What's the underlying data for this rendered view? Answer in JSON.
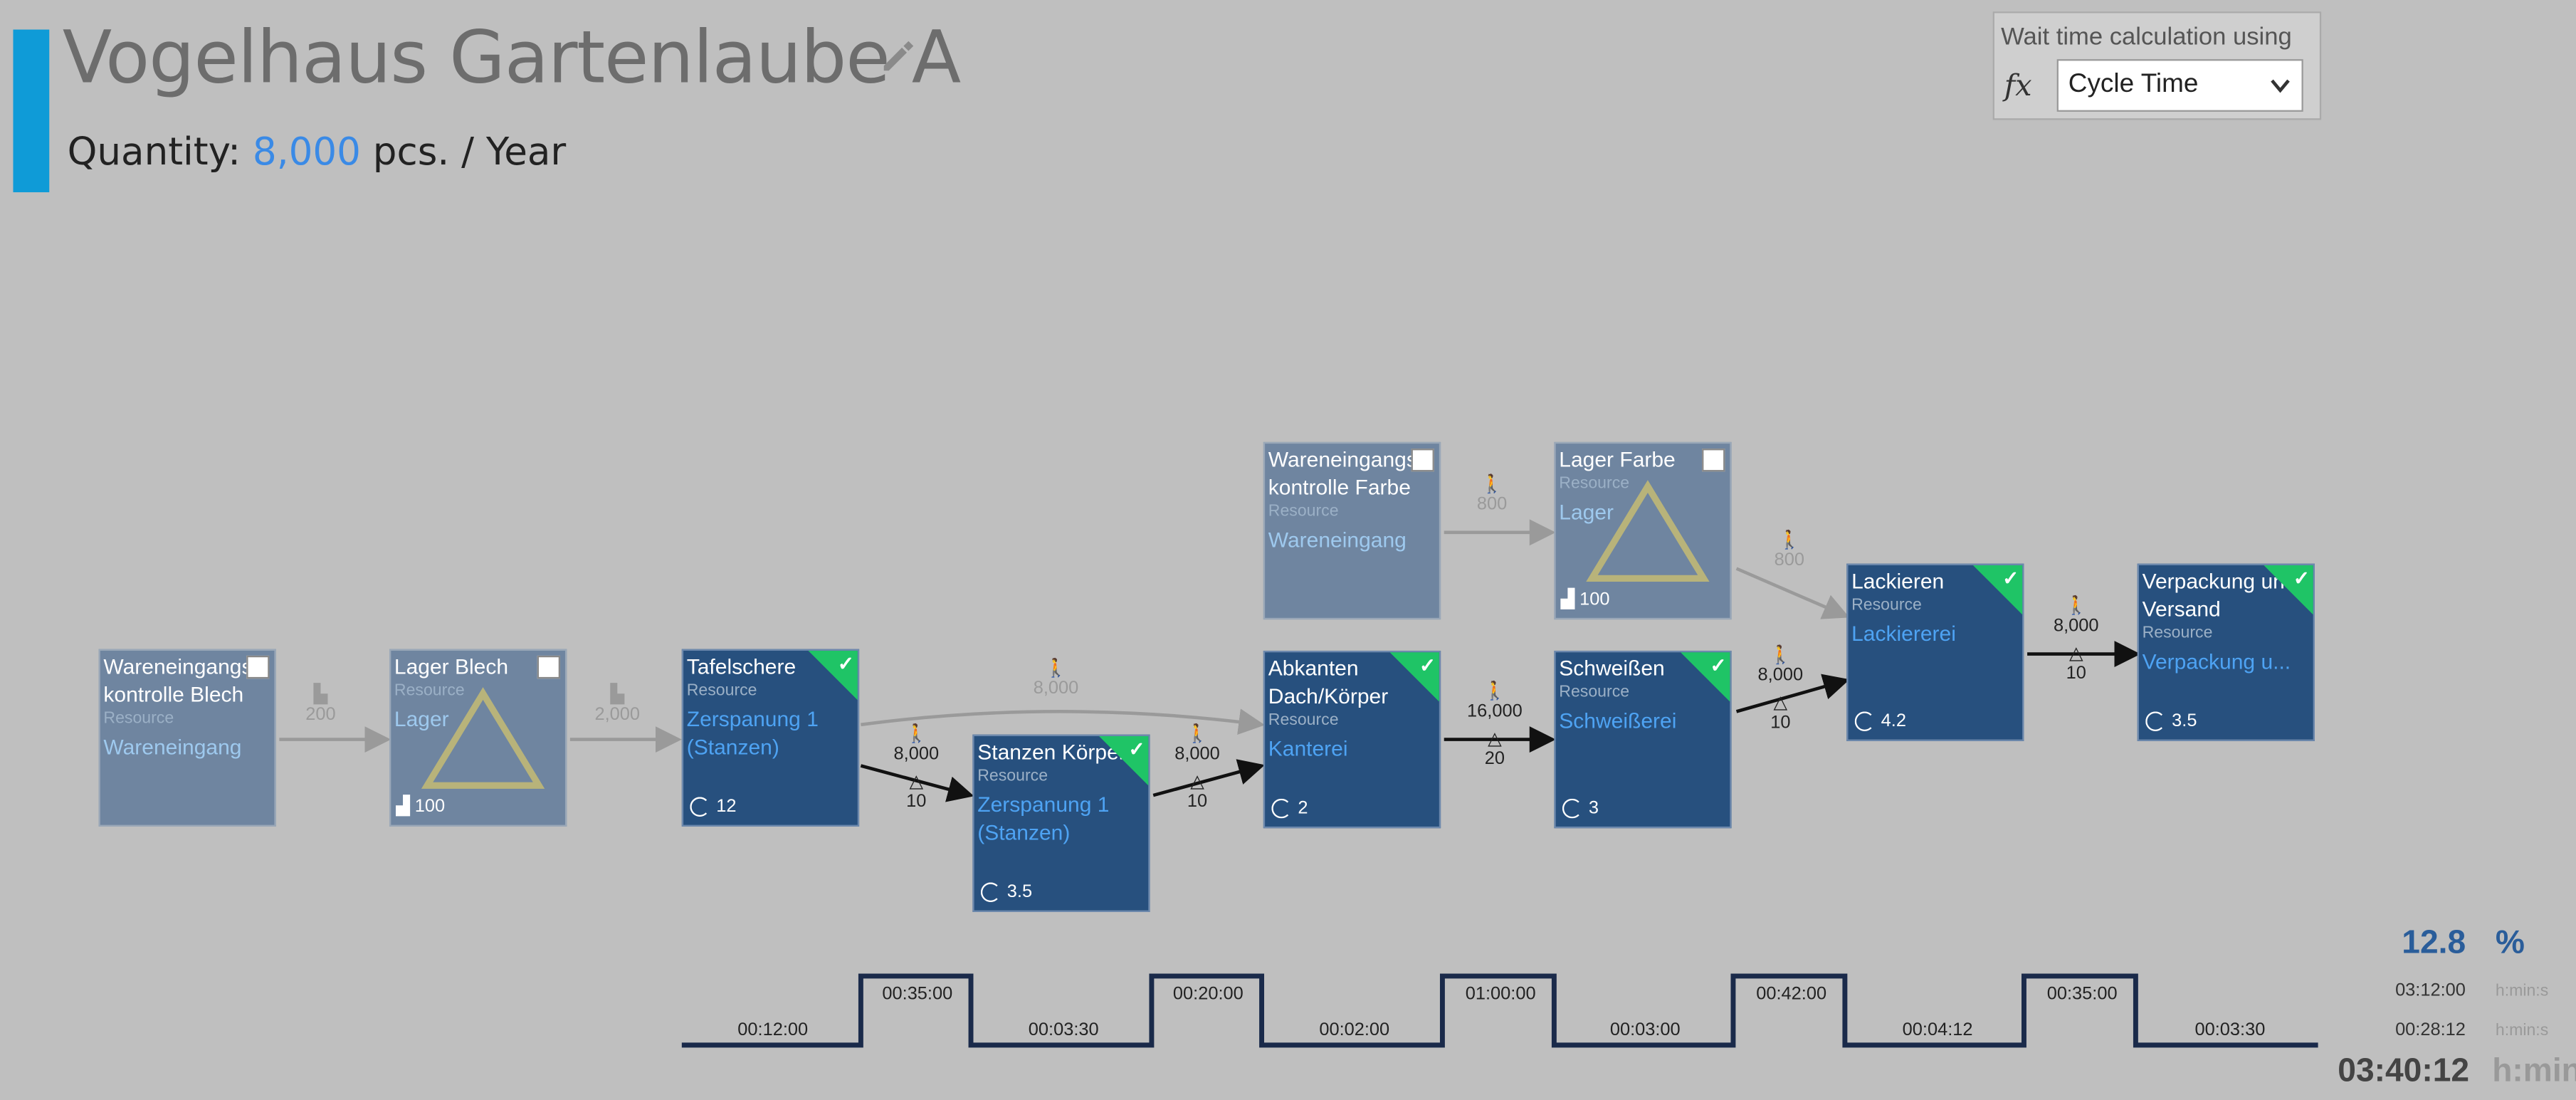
{
  "header": {
    "title": "Vogelhaus Gartenlaube A",
    "quantity_label": "Quantity:",
    "quantity_value": "8,000",
    "quantity_unit": "pcs. / Year"
  },
  "wait_time": {
    "label": "Wait time calculation using",
    "selected": "Cycle Time"
  },
  "resource_label": "Resource",
  "nodes": [
    {
      "id": "n1",
      "name": "Wareneingangs kontrolle Blech",
      "resource": "Wareneingang",
      "status": "inactive"
    },
    {
      "id": "n2",
      "name": "Lager Blech",
      "resource": "Lager",
      "status": "inactive",
      "stock": "100"
    },
    {
      "id": "n3",
      "name": "Tafelschere",
      "resource": "Zerspanung 1 (Stanzen)",
      "status": "active",
      "cycle": "12"
    },
    {
      "id": "n4",
      "name": "Stanzen Körper",
      "resource": "Zerspanung 1 (Stanzen)",
      "status": "active",
      "cycle": "3.5"
    },
    {
      "id": "n5",
      "name": "Wareneingangs kontrolle Farbe",
      "resource": "Wareneingang",
      "status": "inactive"
    },
    {
      "id": "n6",
      "name": "Lager Farbe",
      "resource": "Lager",
      "status": "inactive",
      "stock": "100"
    },
    {
      "id": "n7",
      "name": "Abkanten Dach/Körper",
      "resource": "Kanterei",
      "status": "active",
      "cycle": "2"
    },
    {
      "id": "n8",
      "name": "Schweißen",
      "resource": "Schweißerei",
      "status": "active",
      "cycle": "3"
    },
    {
      "id": "n9",
      "name": "Lackieren",
      "resource": "Lackiererei",
      "status": "active",
      "cycle": "4.2"
    },
    {
      "id": "n10",
      "name": "Verpackung und Versand",
      "resource": "Verpackung u...",
      "status": "active",
      "cycle": "3.5"
    }
  ],
  "edges": [
    {
      "from": "n1",
      "to": "n2",
      "qty": "200",
      "batch": "",
      "dim": true
    },
    {
      "from": "n2",
      "to": "n3",
      "qty": "2,000",
      "batch": "",
      "dim": true
    },
    {
      "from": "n3",
      "to": "n4",
      "qty": "8,000",
      "batch": "10",
      "dim": false
    },
    {
      "from": "n3",
      "to": "n7",
      "qty": "8,000",
      "batch": "",
      "dim": true
    },
    {
      "from": "n4",
      "to": "n7",
      "qty": "8,000",
      "batch": "10",
      "dim": false
    },
    {
      "from": "n5",
      "to": "n6",
      "qty": "800",
      "batch": "",
      "dim": true
    },
    {
      "from": "n6",
      "to": "n9",
      "qty": "800",
      "batch": "",
      "dim": true
    },
    {
      "from": "n7",
      "to": "n8",
      "qty": "16,000",
      "batch": "20",
      "dim": false
    },
    {
      "from": "n8",
      "to": "n9",
      "qty": "8,000",
      "batch": "10",
      "dim": false
    },
    {
      "from": "n9",
      "to": "n10",
      "qty": "8,000",
      "batch": "10",
      "dim": false
    }
  ],
  "timeline": {
    "wait": [
      "00:12:00",
      "00:03:30",
      "00:02:00",
      "00:03:00",
      "00:04:12",
      "00:03:30"
    ],
    "process": [
      "00:35:00",
      "00:20:00",
      "01:00:00",
      "00:42:00",
      "00:35:00"
    ]
  },
  "kpi": {
    "efficiency": "12.8",
    "efficiency_unit": "%",
    "process_time": "03:12:00",
    "wait_time": "00:28:12",
    "time_unit": "h:min:s",
    "total_time": "03:40:12",
    "total_unit": "h:min"
  },
  "colors": {
    "accent": "#0f9bd7",
    "active_node": "#27507e",
    "inactive_node": "#6f85a0",
    "check": "#1fc466",
    "link": "#3a8ae6"
  }
}
